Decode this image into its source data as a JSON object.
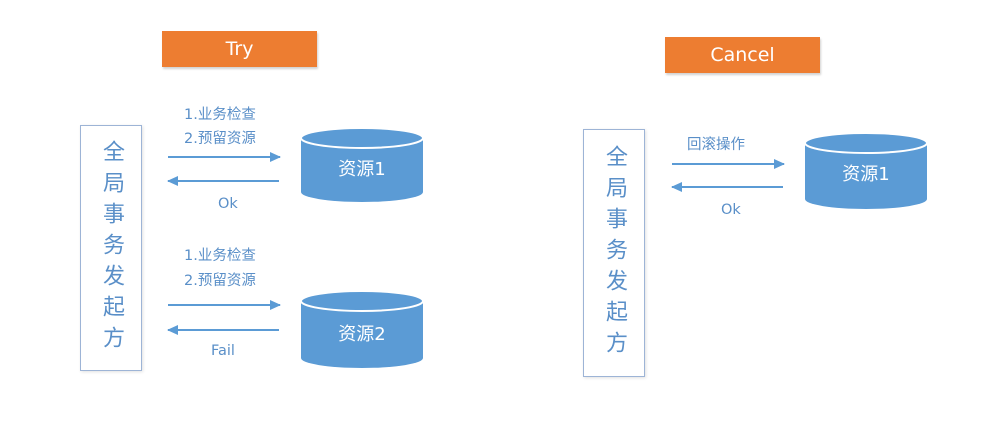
{
  "try_section": {
    "title": "Try",
    "coordinator": "全局事务发起方",
    "resource1": {
      "name": "资源1",
      "request_lines": [
        "1.业务检查",
        "2.预留资源"
      ],
      "response": "Ok"
    },
    "resource2": {
      "name": "资源2",
      "request_lines": [
        "1.业务检查",
        "2.预留资源"
      ],
      "response": "Fail"
    }
  },
  "cancel_section": {
    "title": "Cancel",
    "coordinator": "全局事务发起方",
    "resource1": {
      "name": "资源1",
      "request": "回滚操作",
      "response": "Ok"
    }
  },
  "colors": {
    "phase_label_bg": "#ed7d31",
    "database_fill": "#5b9bd5",
    "arrow": "#5b9bd5",
    "text": "#5a8fc8",
    "box_border": "#9db4d6"
  }
}
